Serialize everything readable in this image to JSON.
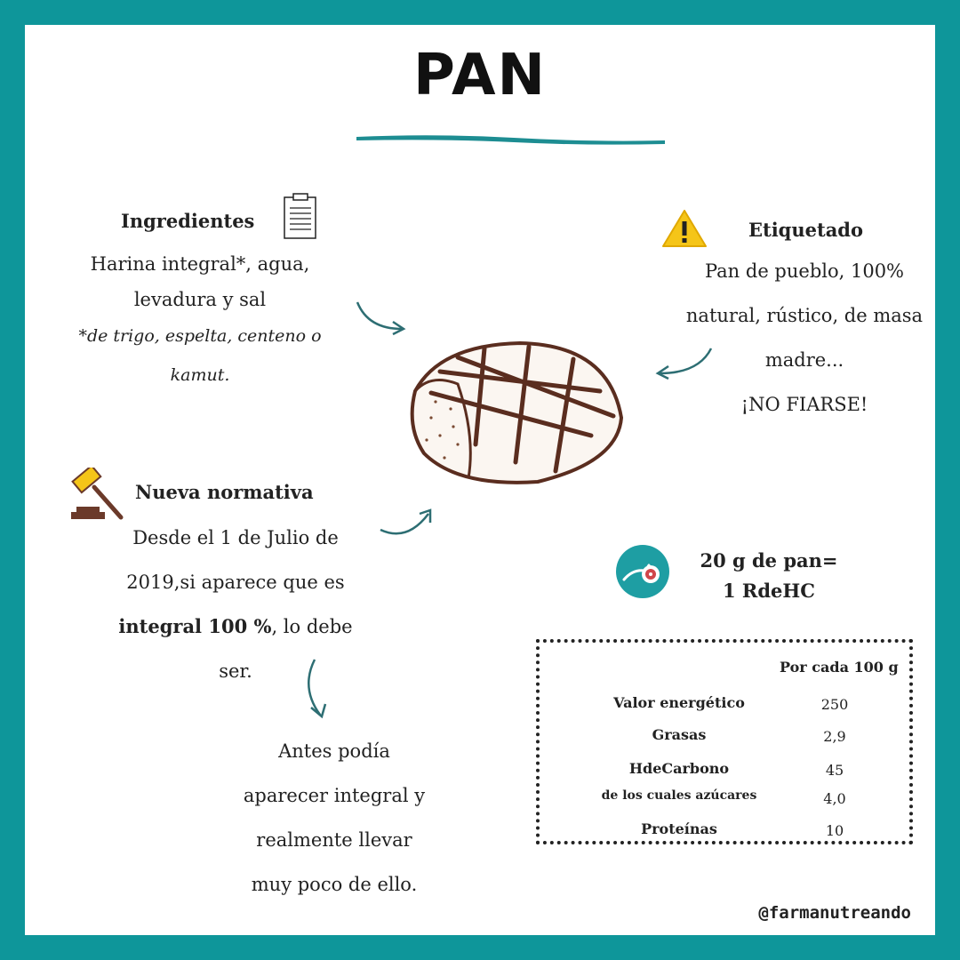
{
  "title": "PAN",
  "ingredients": {
    "heading": "Ingredientes",
    "line1": "Harina integral*, agua,",
    "line2": "levadura y sal",
    "note1": "*de trigo, espelta, centeno o",
    "note2": "kamut."
  },
  "labeling": {
    "heading": "Etiquetado",
    "line1": "Pan de pueblo, 100%",
    "line2": "natural, rústico, de masa",
    "line3": "madre...",
    "line4": "¡NO FIARSE!"
  },
  "regulation": {
    "heading": "Nueva normativa",
    "line1": "Desde el 1 de Julio de",
    "line2": "2019,si aparece que es",
    "line3_bold": "integral 100 %",
    "line3_rest": ", lo debe",
    "line4": "ser."
  },
  "before": {
    "line1": "Antes  podía",
    "line2": "aparecer integral y",
    "line3": "realmente llevar",
    "line4": "muy poco de ello."
  },
  "serving": {
    "line1": "20 g de  pan=",
    "line2": "1 RdeHC"
  },
  "nutrition": {
    "header": "Por cada 100 g",
    "rows": [
      {
        "label": "Valor energético",
        "value": "250"
      },
      {
        "label": "Grasas",
        "value": "2,9"
      },
      {
        "label": "HdeCarbono",
        "value": "45"
      },
      {
        "label": "de los cuales azúcares",
        "value": "4,0"
      },
      {
        "label": "Proteínas",
        "value": "10"
      }
    ]
  },
  "handle": "@farmanutreando",
  "colors": {
    "teal": "#0e969a",
    "highlight": "#8fd3d6",
    "bread": "#6b3a2a",
    "warning": "#f5c518"
  }
}
